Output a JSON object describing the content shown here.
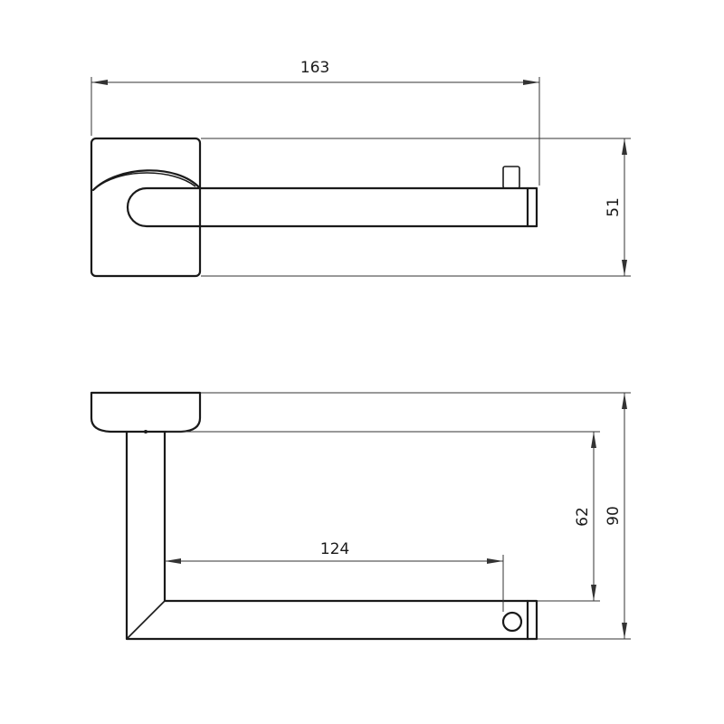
{
  "top_view": {
    "dimensions": {
      "overall_length": "163",
      "height": "51"
    }
  },
  "side_view": {
    "dimensions": {
      "overall_height": "90",
      "arm_height": "62",
      "arm_length": "124"
    }
  }
}
